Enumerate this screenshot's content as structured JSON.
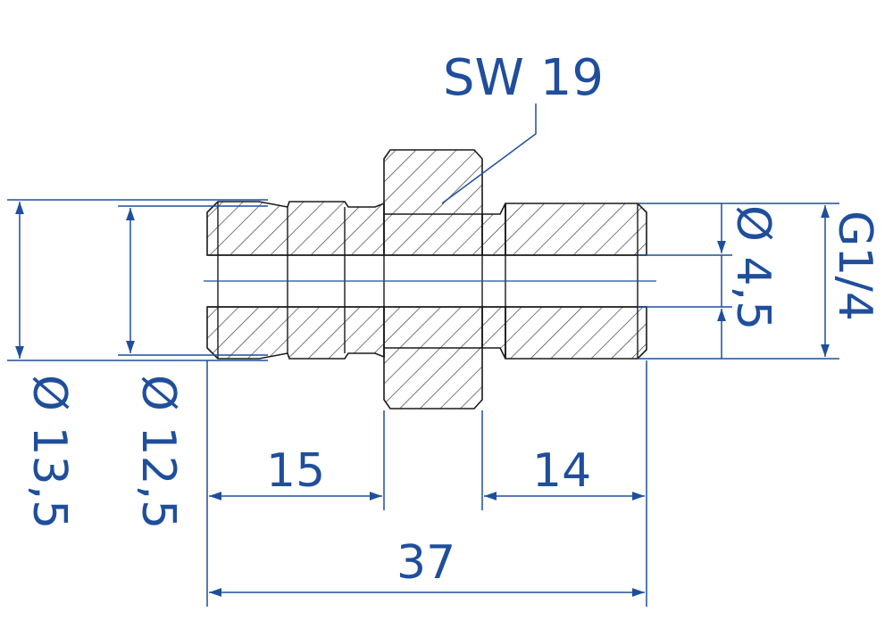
{
  "labels": {
    "wrench_size": "SW 19",
    "bore_diameter": "Ø 4,5",
    "thread": "G1/4",
    "outer_diameter_13_5": "Ø 13,5",
    "outer_diameter_12_5": "Ø 12,5",
    "hose_barb_length": "15",
    "thread_length": "14",
    "overall_length": "37"
  },
  "colors": {
    "dimension": "#1f4e9c",
    "part_outline": "#1a1a1a",
    "hatch": "#333333"
  }
}
